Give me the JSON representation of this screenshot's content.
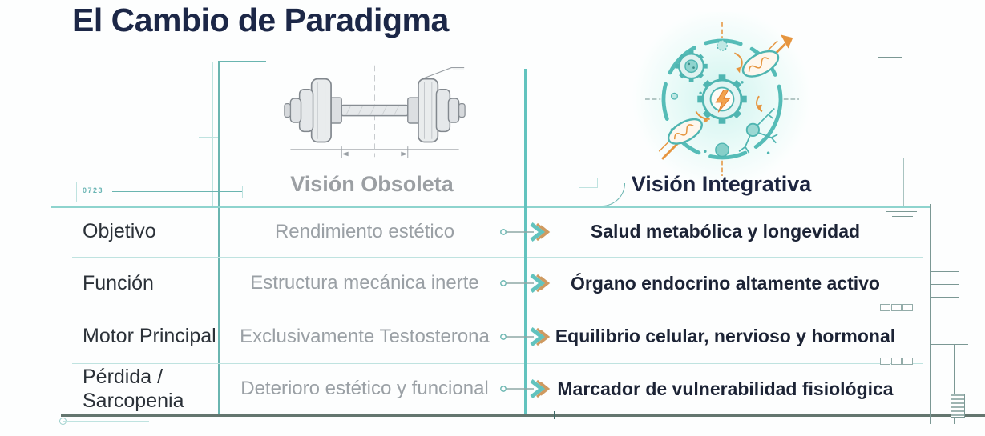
{
  "title": "El Cambio de Paradigma",
  "table": {
    "headers": {
      "old": "Visión Obsoleta",
      "new": "Visión Integrativa"
    },
    "rows": [
      {
        "label": "Objetivo",
        "old": "Rendimiento estético",
        "new": "Salud metabólica y longevidad"
      },
      {
        "label": "Función",
        "old": "Estructura mecánica inerte",
        "new": "Órgano endocrino altamente activo"
      },
      {
        "label": "Motor Principal",
        "old": "Exclusivamente Testosterona",
        "new": "Equilibrio celular, nervioso y hormonal"
      },
      {
        "label": "Pérdida / Sarcopenia",
        "old": "Deterioro estético y funcional",
        "new": "Marcador de vulnerabilidad fisiológica"
      }
    ]
  },
  "icons": {
    "old_column": "dumbbell-technical-drawing",
    "new_column": "cell-biology-network",
    "row_connector": "transition-arrow"
  },
  "decor": {
    "dimension_label": "0723"
  },
  "colors": {
    "title": "#1c2747",
    "header_old": "#9b9fa3",
    "header_new": "#1d2540",
    "old_text": "#9aa0a5",
    "new_text": "#1c2335",
    "teal_accent": "#6ab5b0",
    "divider_teal": "#62c3be",
    "orange_accent": "#e6953f",
    "bottom_rule": "#64766f"
  }
}
